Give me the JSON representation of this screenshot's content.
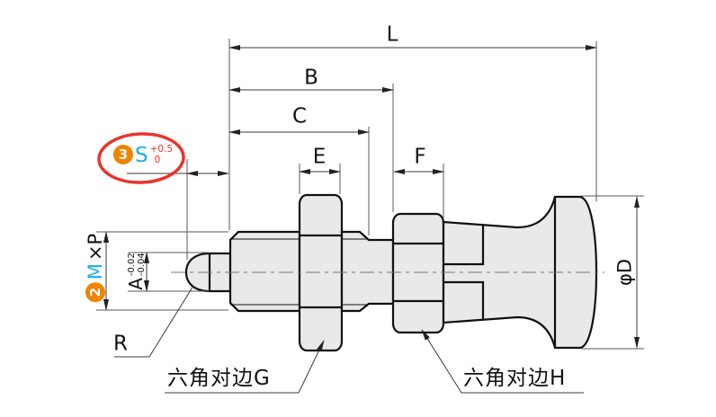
{
  "dims": {
    "L": {
      "label": "L"
    },
    "B": {
      "label": "B"
    },
    "C": {
      "label": "C"
    },
    "E": {
      "label": "E"
    },
    "F": {
      "label": "F"
    },
    "S": {
      "badge": "3",
      "label": "S",
      "tol_upper": "+0.5",
      "tol_lower": "0"
    },
    "MP": {
      "badge": "2",
      "m": "M",
      "xp": "×P"
    },
    "A": {
      "label": "A",
      "tol_upper": "-0.02",
      "tol_lower": "-0.04"
    },
    "R": {
      "label": "R"
    },
    "D": {
      "label": "φD"
    }
  },
  "callouts": {
    "hex_g": "六角对边G",
    "hex_h": "六角对边H"
  },
  "colors": {
    "part_fill": "#e9e9e9",
    "outline": "#111111",
    "dimension_line": "#4a4a4a",
    "badge_orange": "#f08300",
    "accent_cyan": "#1faee5",
    "tolerance_red": "#e8342b",
    "highlight_ellipse_red": "#e8342b"
  }
}
